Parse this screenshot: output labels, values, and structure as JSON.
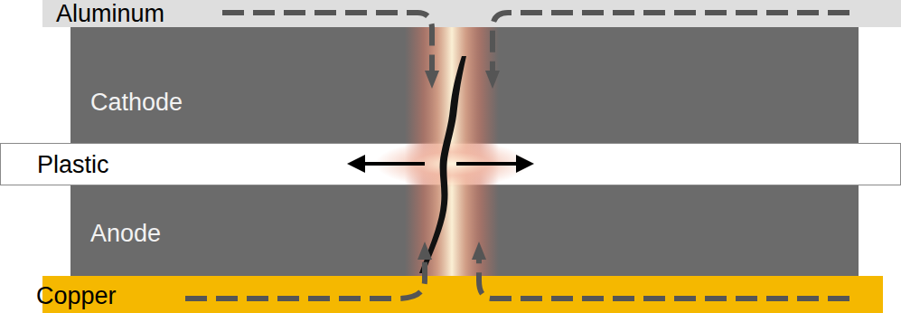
{
  "diagram": {
    "nodes": [
      {
        "text": [
          "Aluminum"
        ]
      },
      {
        "text": [
          "Cathode"
        ]
      },
      {
        "text": [
          "Plastic"
        ]
      },
      {
        "text": [
          "Anode"
        ]
      },
      {
        "text": [
          "Copper"
        ]
      }
    ]
  }
}
